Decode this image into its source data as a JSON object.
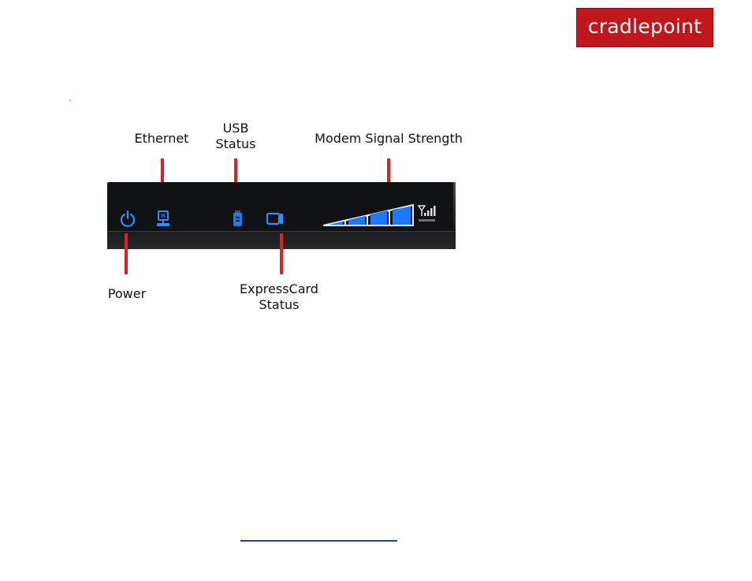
{
  "logo": {
    "text": "cradlepoint"
  },
  "mark": "ʿ",
  "labels": {
    "ethernet": "Ethernet",
    "usb_line1": "USB",
    "usb_line2": "Status",
    "modem": "Modem Signal Strength",
    "power": "Power",
    "expresscard_line1": "ExpressCard",
    "expresscard_line2": "Status"
  },
  "panel": {
    "led_color": "#2f8bff",
    "pointer_color": "#e01e24",
    "indicators": [
      "power-icon",
      "ethernet-icon",
      "usb-icon",
      "expresscard-icon",
      "signal-strength-meter",
      "signal-antenna-icon"
    ],
    "signal_bars_lit": 4,
    "signal_bars_total": 4
  }
}
